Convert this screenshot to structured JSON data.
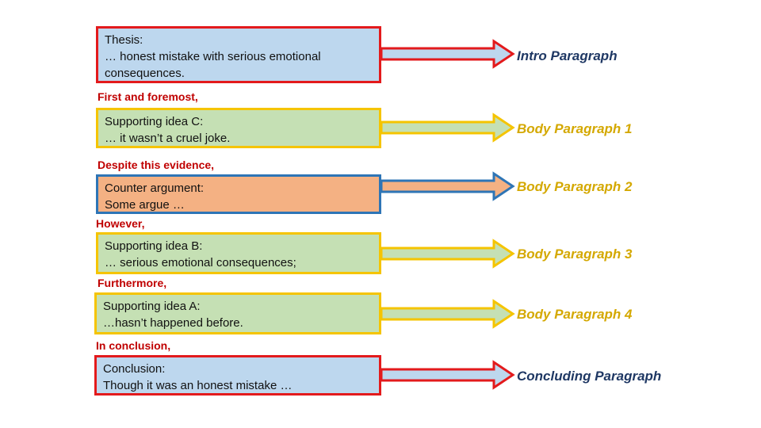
{
  "colors": {
    "blue_fill": "#bdd7ee",
    "green_fill": "#c5e0b4",
    "orange_fill": "#f4b183",
    "red_border": "#e31a1c",
    "yellow_border": "#f5c400",
    "blue_border": "#2e75b6",
    "transition_text": "#c00000",
    "intro_label": "#1f3864",
    "body_label": "#d4a800",
    "concluding_label": "#1f3864"
  },
  "rows": [
    {
      "lines": [
        "Thesis:",
        "… honest mistake with serious emotional",
        "consequences."
      ],
      "label": "Intro Paragraph",
      "transition": ""
    },
    {
      "lines": [
        "Supporting idea C:",
        "… it wasn’t a cruel joke."
      ],
      "label": "Body Paragraph 1",
      "transition": "First and foremost,"
    },
    {
      "lines": [
        "Counter argument:",
        "Some argue …"
      ],
      "label": "Body Paragraph 2",
      "transition": "Despite this evidence,"
    },
    {
      "lines": [
        "Supporting idea B:",
        "… serious emotional consequences;"
      ],
      "label": "Body Paragraph 3",
      "transition": "However,"
    },
    {
      "lines": [
        "Supporting idea A:",
        "…hasn’t happened before."
      ],
      "label": "Body Paragraph 4",
      "transition": "Furthermore,"
    },
    {
      "lines": [
        "Conclusion:",
        "Though it was an honest mistake …"
      ],
      "label": "Concluding Paragraph",
      "transition": "In conclusion,"
    }
  ]
}
